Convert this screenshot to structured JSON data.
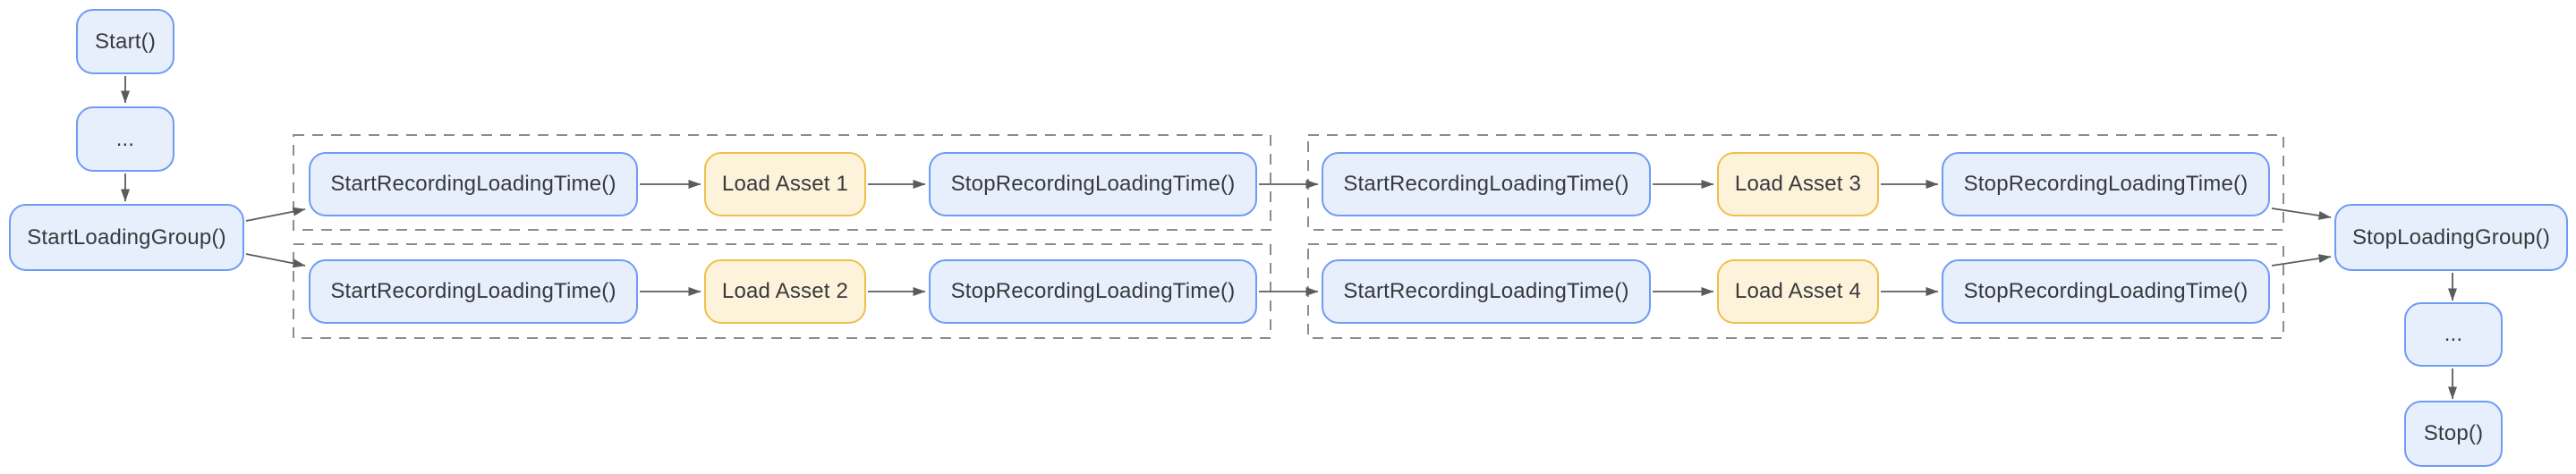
{
  "diagram": {
    "type": "flowchart",
    "background": "#ffffff",
    "colors": {
      "function_node_fill": "#e7effd",
      "function_node_border": "#6e9bf4",
      "asset_node_fill": "#fdf3da",
      "asset_node_border": "#efbf4d",
      "arrow": "#595c5e",
      "group_border": "#8c8c8c",
      "text": "#37393d"
    },
    "nodes": {
      "start": {
        "label": "Start()",
        "type": "function"
      },
      "ellipsis_left": {
        "label": "...",
        "type": "function"
      },
      "start_loading_group": {
        "label": "StartLoadingGroup()",
        "type": "function"
      },
      "start_recording_1": {
        "label": "StartRecordingLoadingTime()",
        "type": "function"
      },
      "load_asset_1": {
        "label": "Load Asset 1",
        "type": "asset"
      },
      "stop_recording_1": {
        "label": "StopRecordingLoadingTime()",
        "type": "function"
      },
      "start_recording_2": {
        "label": "StartRecordingLoadingTime()",
        "type": "function"
      },
      "load_asset_2": {
        "label": "Load Asset 2",
        "type": "asset"
      },
      "stop_recording_2": {
        "label": "StopRecordingLoadingTime()",
        "type": "function"
      },
      "start_recording_3": {
        "label": "StartRecordingLoadingTime()",
        "type": "function"
      },
      "load_asset_3": {
        "label": "Load Asset 3",
        "type": "asset"
      },
      "stop_recording_3": {
        "label": "StopRecordingLoadingTime()",
        "type": "function"
      },
      "start_recording_4": {
        "label": "StartRecordingLoadingTime()",
        "type": "function"
      },
      "load_asset_4": {
        "label": "Load Asset 4",
        "type": "asset"
      },
      "stop_recording_4": {
        "label": "StopRecordingLoadingTime()",
        "type": "function"
      },
      "stop_loading_group": {
        "label": "StopLoadingGroup()",
        "type": "function"
      },
      "ellipsis_right": {
        "label": "...",
        "type": "function"
      },
      "stop": {
        "label": "Stop()",
        "type": "function"
      }
    },
    "groups": [
      {
        "contains": [
          "start_recording_1",
          "load_asset_1",
          "stop_recording_1"
        ]
      },
      {
        "contains": [
          "start_recording_2",
          "load_asset_2",
          "stop_recording_2"
        ]
      },
      {
        "contains": [
          "start_recording_3",
          "load_asset_3",
          "stop_recording_3"
        ]
      },
      {
        "contains": [
          "start_recording_4",
          "load_asset_4",
          "stop_recording_4"
        ]
      }
    ],
    "edges": [
      {
        "from": "start",
        "to": "ellipsis_left"
      },
      {
        "from": "ellipsis_left",
        "to": "start_loading_group"
      },
      {
        "from": "start_loading_group",
        "to": "start_recording_1"
      },
      {
        "from": "start_loading_group",
        "to": "start_recording_2"
      },
      {
        "from": "start_recording_1",
        "to": "load_asset_1"
      },
      {
        "from": "load_asset_1",
        "to": "stop_recording_1"
      },
      {
        "from": "stop_recording_1",
        "to": "start_recording_3"
      },
      {
        "from": "start_recording_3",
        "to": "load_asset_3"
      },
      {
        "from": "load_asset_3",
        "to": "stop_recording_3"
      },
      {
        "from": "stop_recording_3",
        "to": "stop_loading_group"
      },
      {
        "from": "start_recording_2",
        "to": "load_asset_2"
      },
      {
        "from": "load_asset_2",
        "to": "stop_recording_2"
      },
      {
        "from": "stop_recording_2",
        "to": "start_recording_4"
      },
      {
        "from": "start_recording_4",
        "to": "load_asset_4"
      },
      {
        "from": "load_asset_4",
        "to": "stop_recording_4"
      },
      {
        "from": "stop_recording_4",
        "to": "stop_loading_group"
      },
      {
        "from": "stop_loading_group",
        "to": "ellipsis_right"
      },
      {
        "from": "ellipsis_right",
        "to": "stop"
      }
    ]
  }
}
